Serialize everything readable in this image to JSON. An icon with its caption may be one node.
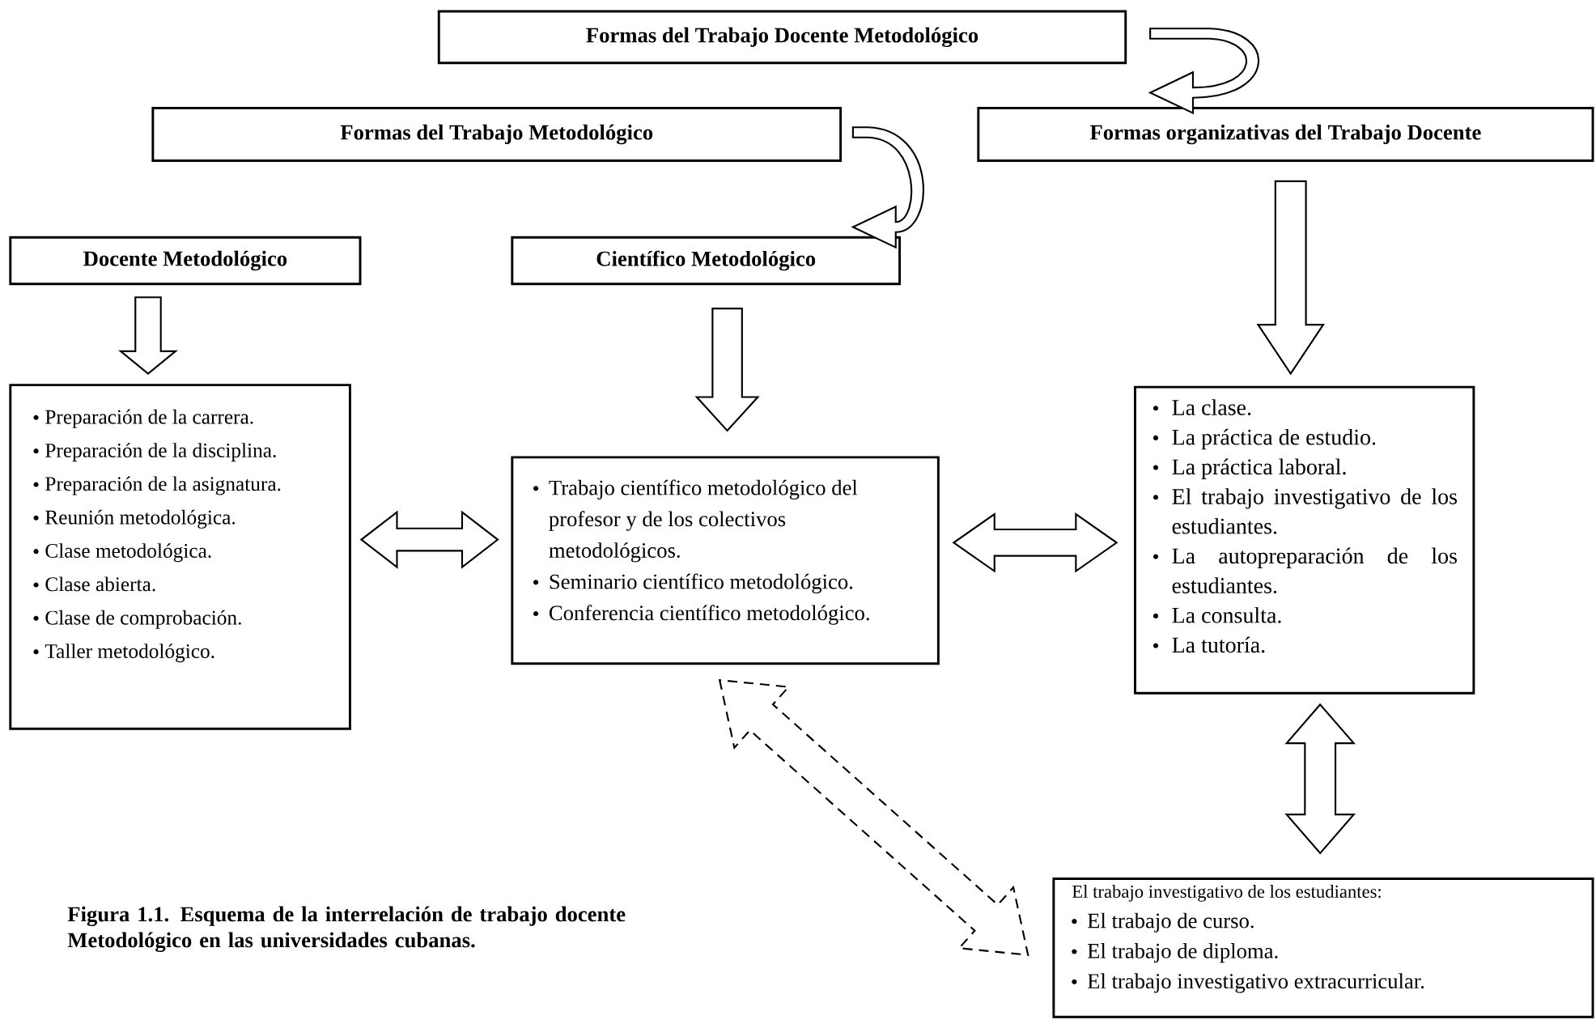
{
  "diagram": {
    "caption": "Figura 1.1. Esquema de la interrelación de trabajo docente Metodológico en las universidades cubanas.",
    "nodes": [
      {
        "text": [
          "Formas del Trabajo Docente Metodológico"
        ]
      },
      {
        "text": [
          "Formas del Trabajo Metodológico"
        ]
      },
      {
        "text": [
          "Formas organizativas del Trabajo Docente"
        ]
      },
      {
        "text": [
          "Docente Metodológico"
        ]
      },
      {
        "text": [
          "Científico Metodológico"
        ]
      },
      {
        "text": [
          "Preparación de la carrera.",
          "Preparación de la disciplina.",
          "Preparación de la asignatura.",
          "Reunión metodológica.",
          "Clase metodológica.",
          "Clase abierta.",
          "Clase de comprobación.",
          "Taller metodológico."
        ]
      },
      {
        "text": [
          "Trabajo científico metodológico del profesor y de los colectivos metodológicos.",
          "Seminario científico metodológico.",
          "Conferencia científico metodológico."
        ]
      },
      {
        "text": [
          "La clase.",
          "La práctica de estudio.",
          "La práctica laboral.",
          "El trabajo investigativo de los estudiantes.",
          "La autopreparación de los estudiantes.",
          "La consulta.",
          "La tutoría."
        ]
      },
      {
        "text": [
          "El trabajo investigativo de los estudiantes:",
          "El trabajo de curso.",
          "El trabajo de diploma.",
          "El trabajo investigativo extracurricular."
        ]
      }
    ],
    "edges": [
      {
        "from": 0,
        "to": 2,
        "arrow": "to"
      },
      {
        "from": 1,
        "to": 4,
        "arrow": "to"
      },
      {
        "from": 3,
        "to": 5,
        "arrow": "to"
      },
      {
        "from": 4,
        "to": 6,
        "arrow": "to"
      },
      {
        "from": 2,
        "to": 7,
        "arrow": "to"
      },
      {
        "from": 5,
        "to": 6,
        "arrow": "both"
      },
      {
        "from": 6,
        "to": 7,
        "arrow": "both"
      },
      {
        "from": 7,
        "to": 8,
        "arrow": "both"
      },
      {
        "from": 6,
        "to": 8,
        "arrow": "both",
        "style": "dashed"
      }
    ]
  }
}
